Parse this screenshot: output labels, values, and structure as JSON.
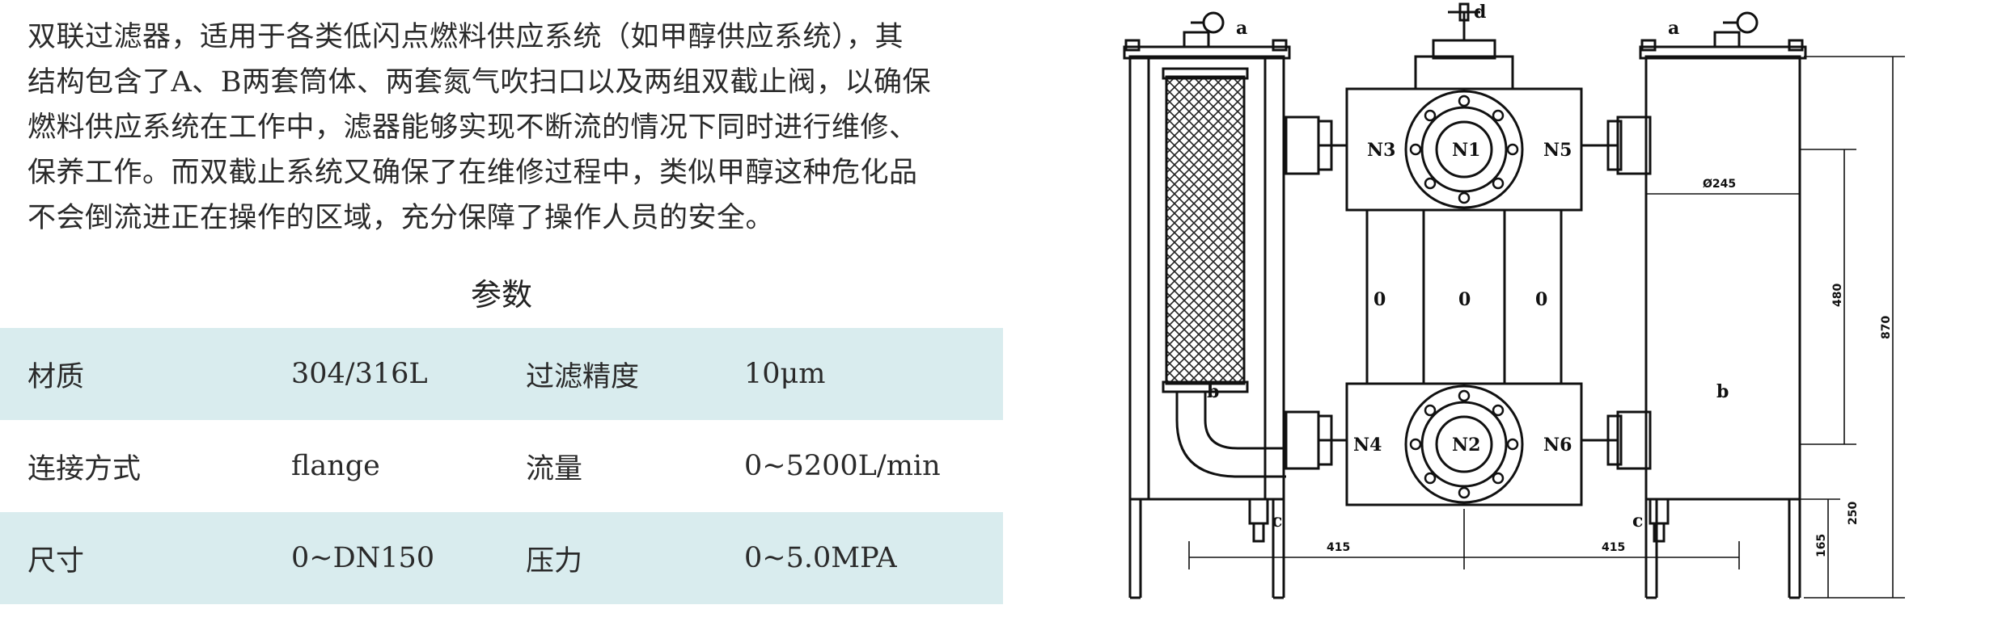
{
  "description": {
    "lines": [
      "双联过滤器，适用于各类低闪点燃料供应系统（如甲醇供应系统），其",
      "结构包含了A、B两套筒体、两套氮气吹扫口以及两组双截止阀，以确保",
      "燃料供应系统在工作中，滤器能够实现不断流的情况下同时进行维修、",
      "保养工作。而双截止系统又确保了在维修过程中，类似甲醇这种危化品",
      "不会倒流进正在操作的区域，充分保障了操作人员的安全。"
    ]
  },
  "params": {
    "title": "参数",
    "rows": [
      {
        "k1": "材质",
        "v1": "304/316L",
        "k2": "过滤精度",
        "v2": "10μm"
      },
      {
        "k1": "连接方式",
        "v1": "flange",
        "k2": "流量",
        "v2": "0~5200L/min"
      },
      {
        "k1": "尺寸",
        "v1": "0~DN150",
        "k2": "压力",
        "v2": "0~5.0MPA"
      }
    ]
  },
  "drawing": {
    "labels": {
      "a_left": "a",
      "a_right": "a",
      "d": "d",
      "n1": "N1",
      "n2": "N2",
      "n3": "N3",
      "n4": "N4",
      "n5": "N5",
      "n6": "N6",
      "b_left": "b",
      "b_right": "b",
      "c_left": "c",
      "c_right": "c",
      "o1": "0",
      "o2": "0",
      "o3": "0"
    },
    "dims": {
      "diameter": "Ø245",
      "h480": "480",
      "h870": "870",
      "h165": "165",
      "h250": "250",
      "w415_left": "415",
      "w415_right": "415"
    }
  }
}
